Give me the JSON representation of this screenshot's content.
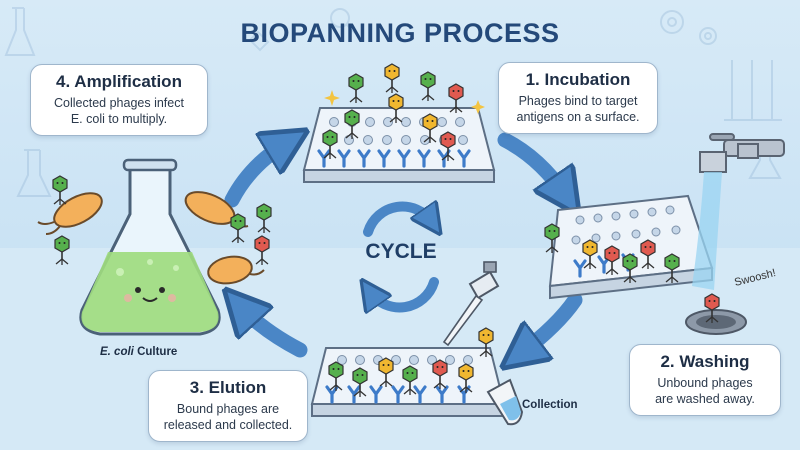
{
  "title": "BIOPANNING PROCESS",
  "steps": [
    {
      "title": "1. Incubation",
      "desc": [
        "Phages bind to target",
        "antigens on a surface."
      ]
    },
    {
      "title": "2. Washing",
      "desc": [
        "Unbound phages",
        "are washed away."
      ]
    },
    {
      "title": "3. Elution",
      "desc": [
        "Bound phages are",
        "released and collected."
      ]
    },
    {
      "title": "4. Amplification",
      "desc": [
        "Collected phages infect",
        "E. coli to multiply."
      ]
    }
  ],
  "center_label": "CYCLE",
  "labels": {
    "culture_italic": "E. coli",
    "culture_rest": " Culture",
    "collection": "Collection",
    "swoosh": "Swoosh!"
  },
  "colors": {
    "title": "#24497a",
    "arrow": "#4a86c6",
    "phage_green": "#56b04d",
    "phage_yellow": "#f0b730",
    "phage_red": "#e05a50",
    "antibody_blue": "#3d7bc9",
    "culture_liquid": "#9edb7f"
  }
}
